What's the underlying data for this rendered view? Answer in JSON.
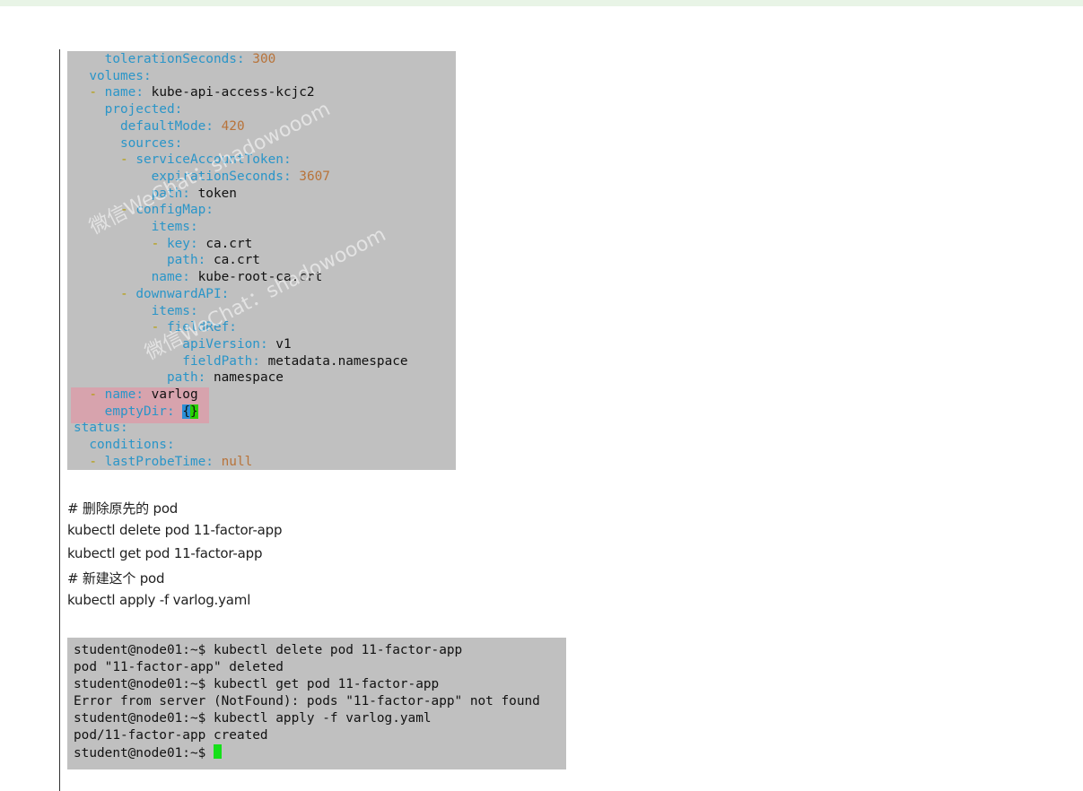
{
  "yaml": {
    "lines": [
      {
        "indent": "    ",
        "dash": "",
        "key": "tolerationSeconds",
        "value": "300",
        "vtype": "n"
      },
      {
        "indent": "  ",
        "dash": "",
        "key": "volumes",
        "value": "",
        "vtype": "v"
      },
      {
        "indent": "  ",
        "dash": "- ",
        "key": "name",
        "value": "kube-api-access-kcjc2",
        "vtype": "v"
      },
      {
        "indent": "    ",
        "dash": "",
        "key": "projected",
        "value": "",
        "vtype": "v"
      },
      {
        "indent": "      ",
        "dash": "",
        "key": "defaultMode",
        "value": "420",
        "vtype": "n"
      },
      {
        "indent": "      ",
        "dash": "",
        "key": "sources",
        "value": "",
        "vtype": "v"
      },
      {
        "indent": "      ",
        "dash": "- ",
        "key": "serviceAccountToken",
        "value": "",
        "vtype": "v"
      },
      {
        "indent": "          ",
        "dash": "",
        "key": "expirationSeconds",
        "value": "3607",
        "vtype": "n"
      },
      {
        "indent": "          ",
        "dash": "",
        "key": "path",
        "value": "token",
        "vtype": "v"
      },
      {
        "indent": "      ",
        "dash": "- ",
        "key": "configMap",
        "value": "",
        "vtype": "v"
      },
      {
        "indent": "          ",
        "dash": "",
        "key": "items",
        "value": "",
        "vtype": "v"
      },
      {
        "indent": "          ",
        "dash": "- ",
        "key": "key",
        "value": "ca.crt",
        "vtype": "v"
      },
      {
        "indent": "            ",
        "dash": "",
        "key": "path",
        "value": "ca.crt",
        "vtype": "v"
      },
      {
        "indent": "          ",
        "dash": "",
        "key": "name",
        "value": "kube-root-ca.crt",
        "vtype": "v"
      },
      {
        "indent": "      ",
        "dash": "- ",
        "key": "downwardAPI",
        "value": "",
        "vtype": "v"
      },
      {
        "indent": "          ",
        "dash": "",
        "key": "items",
        "value": "",
        "vtype": "v"
      },
      {
        "indent": "          ",
        "dash": "- ",
        "key": "fieldRef",
        "value": "",
        "vtype": "v"
      },
      {
        "indent": "              ",
        "dash": "",
        "key": "apiVersion",
        "value": "v1",
        "vtype": "v"
      },
      {
        "indent": "              ",
        "dash": "",
        "key": "fieldPath",
        "value": "metadata.namespace",
        "vtype": "v"
      },
      {
        "indent": "            ",
        "dash": "",
        "key": "path",
        "value": "namespace",
        "vtype": "v"
      },
      {
        "indent": "  ",
        "dash": "- ",
        "key": "name",
        "value": "varlog",
        "vtype": "v"
      },
      {
        "indent": "    ",
        "dash": "",
        "key": "emptyDir",
        "value": "",
        "vtype": "braces"
      },
      {
        "indent": "",
        "dash": "",
        "key": "status",
        "value": "",
        "vtype": "v"
      },
      {
        "indent": "  ",
        "dash": "",
        "key": "conditions",
        "value": "",
        "vtype": "v"
      },
      {
        "indent": "  ",
        "dash": "- ",
        "key": "lastProbeTime",
        "value": "null",
        "vtype": "n"
      }
    ],
    "watermarks": [
      "微信WeChat：shadowooom",
      "微信WeChat：shadowooom"
    ]
  },
  "notes": [
    "# 删除原先的 pod",
    "kubectl delete pod 11-factor-app",
    "kubectl get pod 11-factor-app",
    "# 新建这个 pod",
    "kubectl apply -f varlog.yaml"
  ],
  "terminal": {
    "lines": [
      "student@node01:~$ kubectl delete pod 11-factor-app",
      "pod \"11-factor-app\" deleted",
      "student@node01:~$ kubectl get pod 11-factor-app",
      "Error from server (NotFound): pods \"11-factor-app\" not found",
      "student@node01:~$ kubectl apply -f varlog.yaml",
      "pod/11-factor-app created",
      "student@node01:~$ "
    ]
  }
}
